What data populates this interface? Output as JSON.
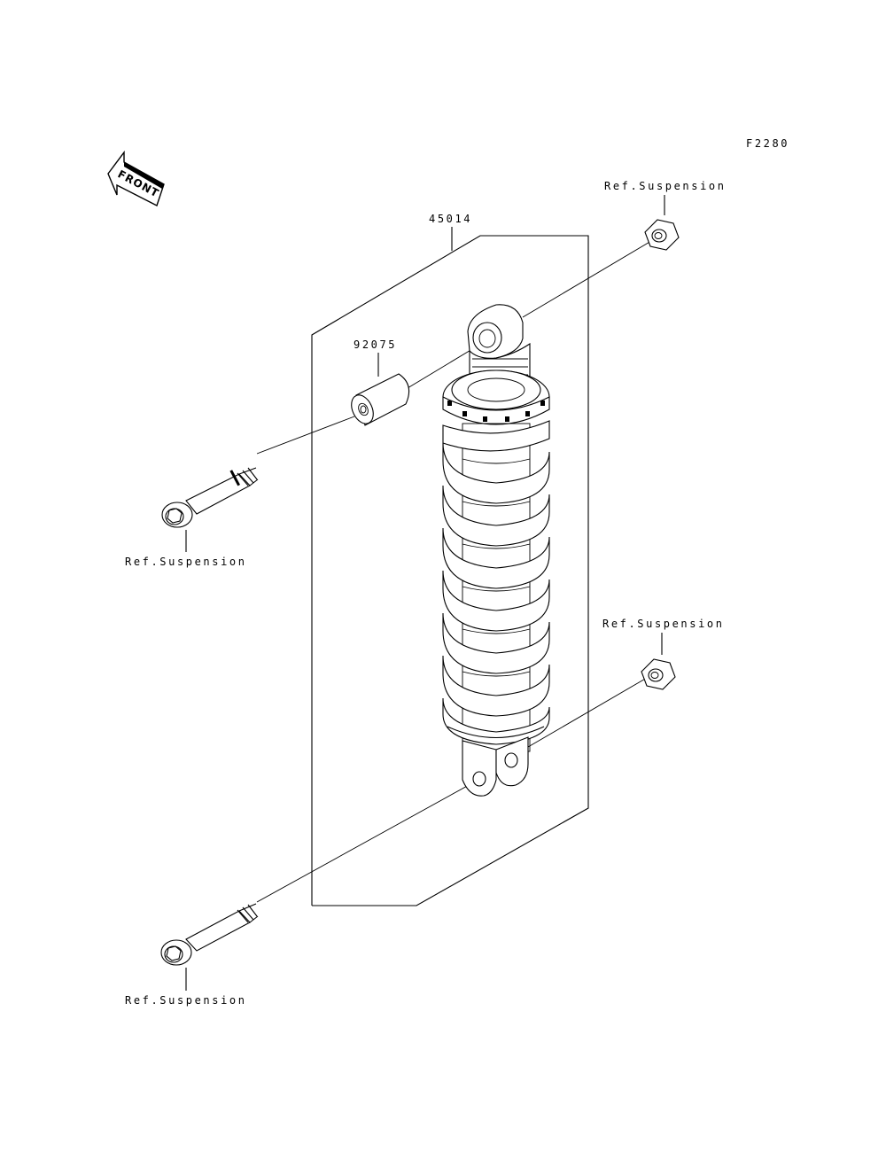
{
  "figure_code": "F2280",
  "front_marker": "FRONT",
  "parts": {
    "shock_absorber": "45014",
    "bushing": "92075"
  },
  "references": {
    "top_nut": "Ref.Suspension",
    "top_bolt": "Ref.Suspension",
    "bottom_nut": "Ref.Suspension",
    "bottom_bolt": "Ref.Suspension"
  }
}
